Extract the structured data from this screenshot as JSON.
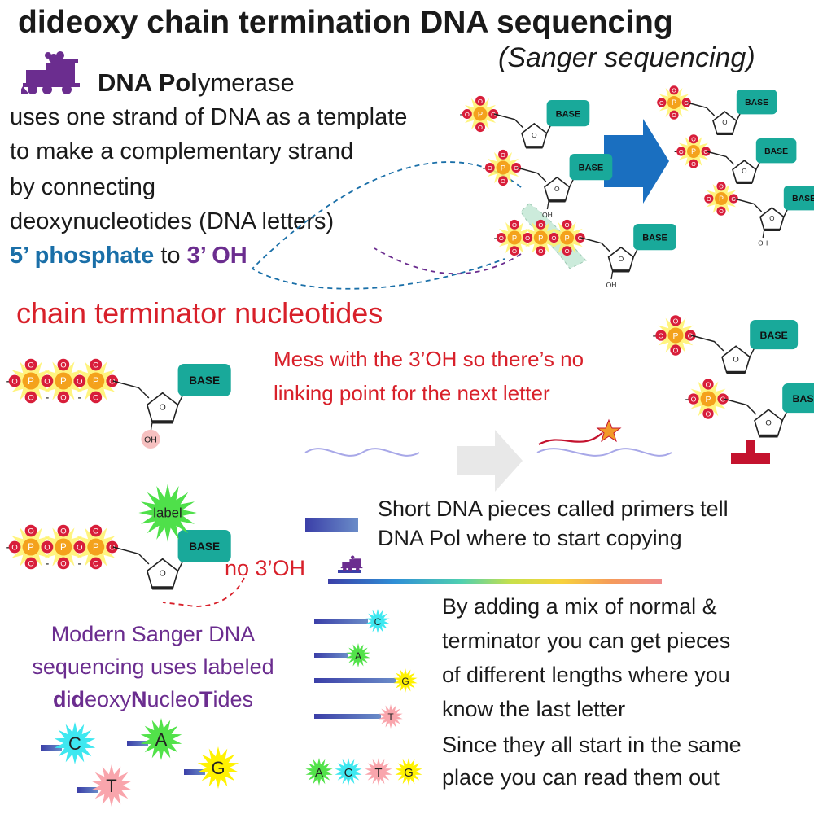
{
  "title": "dideoxy chain termination DNA sequencing",
  "subtitle": "(Sanger sequencing)",
  "polymerase": {
    "bold": "DNA Pol",
    "rest": "ymerase",
    "icon": "train-icon"
  },
  "description": {
    "line1": "uses one strand of DNA as a template",
    "line2": "to make a complementary strand",
    "line3": "by connecting",
    "line4": "deoxynucleotides (DNA letters)",
    "phosphate": "5’ phosphate",
    "to": " to ",
    "oh": "3’ OH"
  },
  "molecule_labels": {
    "base": "BASE",
    "phosphate": "P",
    "oxygen": "O",
    "oh": "OH",
    "minus": "-",
    "label": "label"
  },
  "terminator": {
    "heading": "chain terminator nucleotides",
    "mess_line1": "Mess with the 3’OH so there’s no",
    "mess_line2": "linking point for the next letter",
    "no_oh": "no 3’OH"
  },
  "primers": {
    "line1": "Short DNA pieces called primers tell",
    "line2": "DNA Pol where to start copying"
  },
  "mix": {
    "line1": "By adding a mix of normal &",
    "line2": "terminator you can get pieces",
    "line3": "of different lengths where you",
    "line4": "know the last letter",
    "line5": "Since they all start in the same",
    "line6": "place you can read them out"
  },
  "modern": {
    "line1": "Modern Sanger DNA",
    "line2": "sequencing uses labeled",
    "ddntp": [
      {
        "t": "d",
        "b": true
      },
      {
        "t": "i",
        "b": false
      },
      {
        "t": "d",
        "b": true
      },
      {
        "t": "eoxy",
        "b": false
      },
      {
        "t": "N",
        "b": true
      },
      {
        "t": "ucleo",
        "b": false
      },
      {
        "t": "T",
        "b": true
      },
      {
        "t": "ides",
        "b": false
      }
    ]
  },
  "letters": {
    "c": "C",
    "a": "A",
    "g": "G",
    "t": "T"
  },
  "colors": {
    "purple": "#6b2d8f",
    "blue": "#1a6fa8",
    "red": "#d8202a",
    "teal": "#1aaa9c",
    "darkred": "#c4122e",
    "c_star": "#3ee8f0",
    "a_star": "#52e24a",
    "g_star": "#fff200",
    "t_star": "#f9a5ac"
  }
}
